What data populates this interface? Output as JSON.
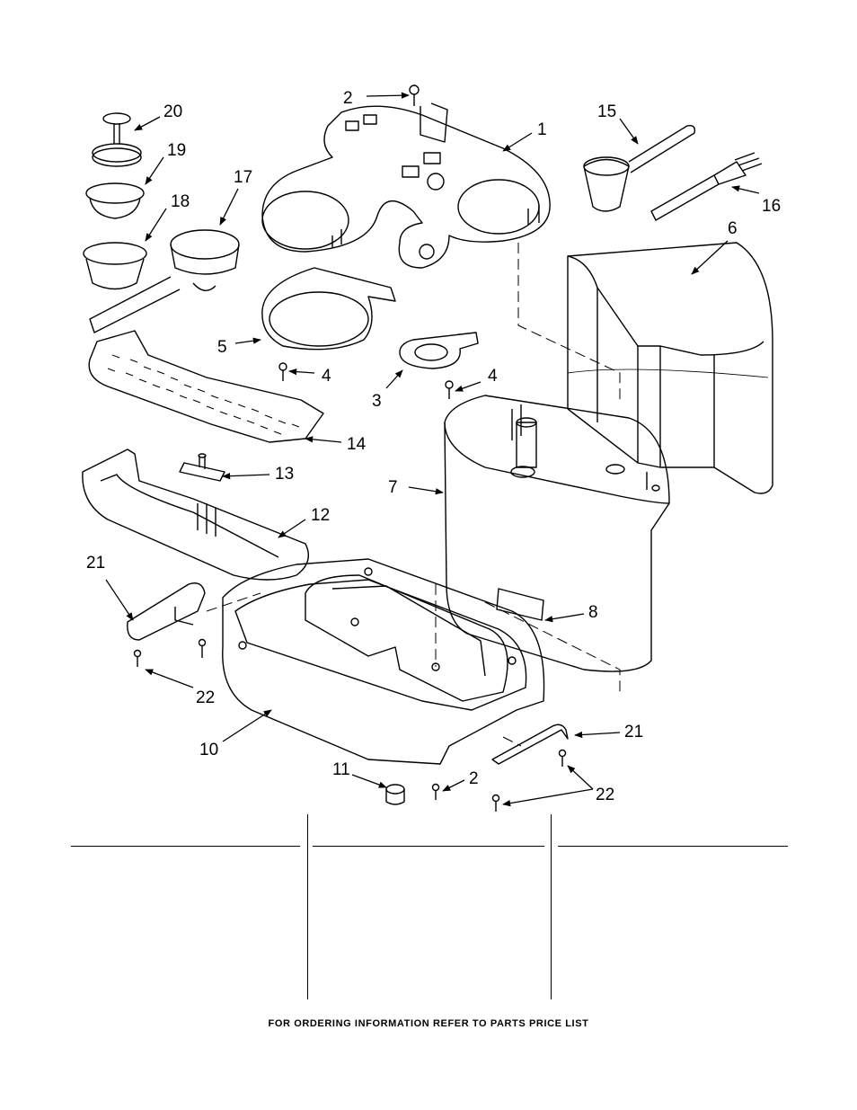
{
  "diagram": {
    "callouts": [
      "20",
      "19",
      "18",
      "17",
      "2",
      "1",
      "15",
      "16",
      "6",
      "5",
      "4",
      "3",
      "4",
      "14",
      "13",
      "7",
      "12",
      "21",
      "8",
      "22",
      "10",
      "11",
      "2",
      "21",
      "22"
    ]
  },
  "footer": {
    "ordering_note": "FOR ORDERING INFORMATION REFER TO PARTS PRICE LIST"
  }
}
